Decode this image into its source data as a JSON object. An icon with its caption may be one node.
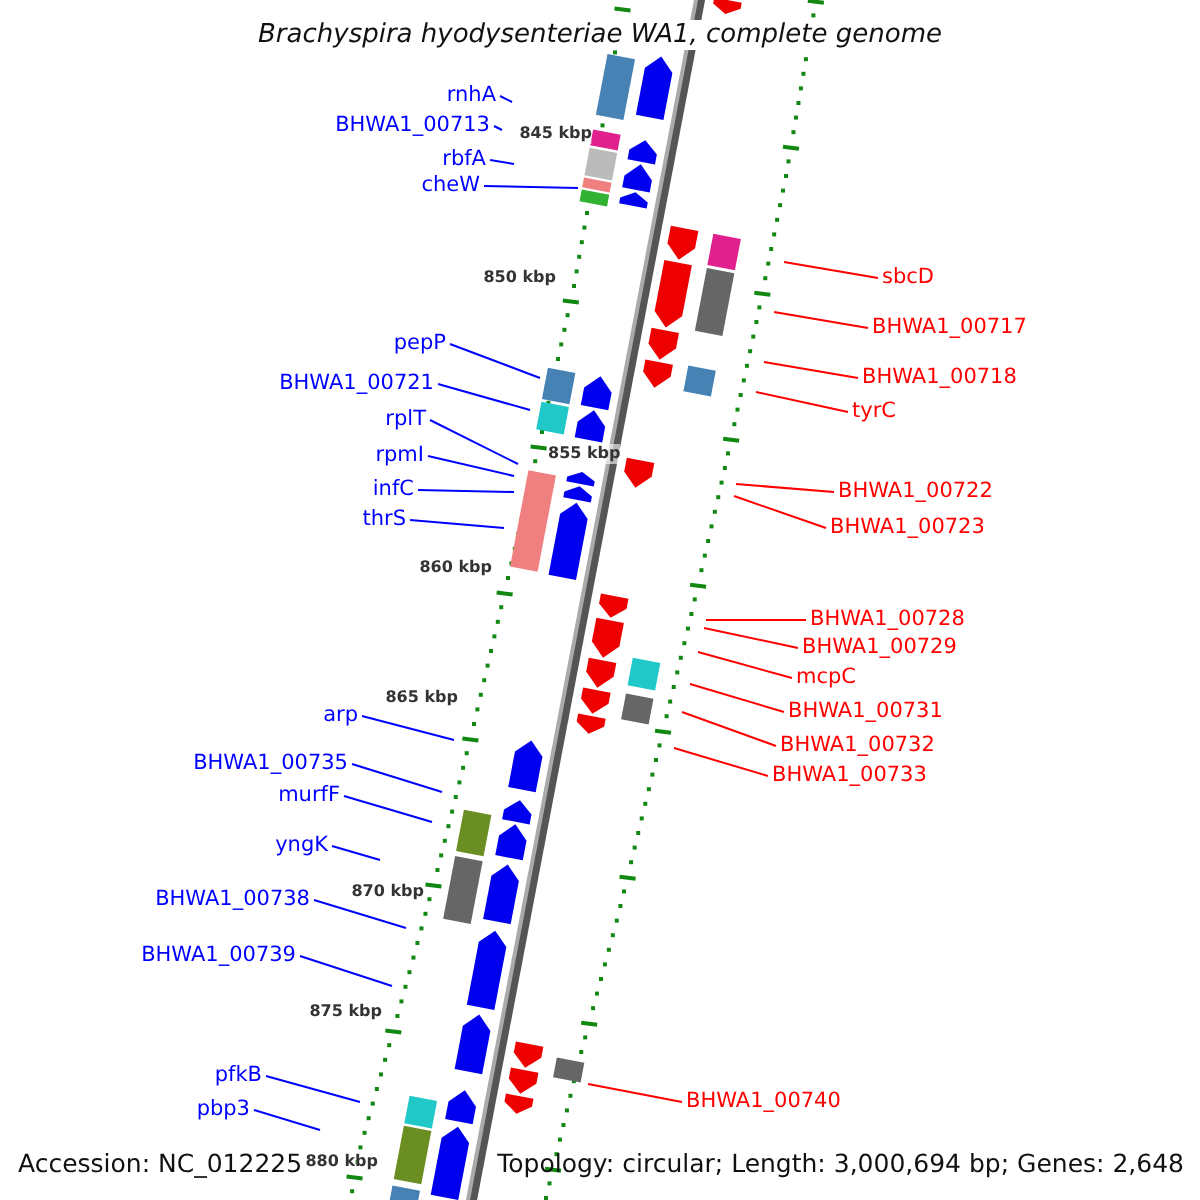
{
  "diagram": {
    "title": "Brachyspira hyodysenteriae WA1, complete genome",
    "nodes": [
      {
        "text": [
          "rnhA"
        ]
      },
      {
        "text": [
          "BHWA1_00713"
        ]
      },
      {
        "text": [
          "rbfA"
        ]
      },
      {
        "text": [
          "cheW"
        ]
      },
      {
        "text": [
          "pepP"
        ]
      },
      {
        "text": [
          "BHWA1_00721"
        ]
      },
      {
        "text": [
          "rplT"
        ]
      },
      {
        "text": [
          "rpmI"
        ]
      },
      {
        "text": [
          "infC"
        ]
      },
      {
        "text": [
          "thrS"
        ]
      },
      {
        "text": [
          "arp"
        ]
      },
      {
        "text": [
          "BHWA1_00735"
        ]
      },
      {
        "text": [
          "murfF"
        ]
      },
      {
        "text": [
          "yngK"
        ]
      },
      {
        "text": [
          "BHWA1_00738"
        ]
      },
      {
        "text": [
          "BHWA1_00739"
        ]
      },
      {
        "text": [
          "pfkB"
        ]
      },
      {
        "text": [
          "pbp3"
        ]
      },
      {
        "text": [
          "sbcD"
        ]
      },
      {
        "text": [
          "BHWA1_00717"
        ]
      },
      {
        "text": [
          "BHWA1_00718"
        ]
      },
      {
        "text": [
          "tyrC"
        ]
      },
      {
        "text": [
          "BHWA1_00722"
        ]
      },
      {
        "text": [
          "BHWA1_00723"
        ]
      },
      {
        "text": [
          "BHWA1_00728"
        ]
      },
      {
        "text": [
          "BHWA1_00729"
        ]
      },
      {
        "text": [
          "mcpC"
        ]
      },
      {
        "text": [
          "BHWA1_00731"
        ]
      },
      {
        "text": [
          "BHWA1_00732"
        ]
      },
      {
        "text": [
          "BHWA1_00733"
        ]
      },
      {
        "text": [
          "BHWA1_00740"
        ]
      }
    ],
    "edges": [
      {
        "from": 0,
        "to": null,
        "arrow": "none"
      },
      {
        "from": 1,
        "to": null,
        "arrow": "none"
      },
      {
        "from": 2,
        "to": null,
        "arrow": "none"
      },
      {
        "from": 3,
        "to": null,
        "arrow": "none"
      },
      {
        "from": 4,
        "to": null,
        "arrow": "none"
      },
      {
        "from": 5,
        "to": null,
        "arrow": "none"
      },
      {
        "from": 6,
        "to": null,
        "arrow": "none"
      },
      {
        "from": 7,
        "to": null,
        "arrow": "none"
      },
      {
        "from": 8,
        "to": null,
        "arrow": "none"
      },
      {
        "from": 9,
        "to": null,
        "arrow": "none"
      },
      {
        "from": 10,
        "to": null,
        "arrow": "none"
      },
      {
        "from": 11,
        "to": null,
        "arrow": "none"
      },
      {
        "from": 12,
        "to": null,
        "arrow": "none"
      },
      {
        "from": 13,
        "to": null,
        "arrow": "none"
      },
      {
        "from": 14,
        "to": null,
        "arrow": "none"
      },
      {
        "from": 15,
        "to": null,
        "arrow": "none"
      },
      {
        "from": 16,
        "to": null,
        "arrow": "none"
      },
      {
        "from": 17,
        "to": null,
        "arrow": "none"
      },
      {
        "from": 18,
        "to": null,
        "arrow": "none",
        "color": "#ff0000"
      },
      {
        "from": 19,
        "to": null,
        "arrow": "none",
        "color": "#ff0000"
      },
      {
        "from": 20,
        "to": null,
        "arrow": "none",
        "color": "#ff0000"
      },
      {
        "from": 21,
        "to": null,
        "arrow": "none",
        "color": "#ff0000"
      },
      {
        "from": 22,
        "to": null,
        "arrow": "none",
        "color": "#ff0000"
      },
      {
        "from": 23,
        "to": null,
        "arrow": "none",
        "color": "#ff0000"
      },
      {
        "from": 24,
        "to": null,
        "arrow": "none",
        "color": "#ff0000"
      },
      {
        "from": 25,
        "to": null,
        "arrow": "none",
        "color": "#ff0000"
      },
      {
        "from": 26,
        "to": null,
        "arrow": "none",
        "color": "#ff0000"
      },
      {
        "from": 27,
        "to": null,
        "arrow": "none",
        "color": "#ff0000"
      },
      {
        "from": 28,
        "to": null,
        "arrow": "none",
        "color": "#ff0000"
      },
      {
        "from": 29,
        "to": null,
        "arrow": "none",
        "color": "#ff0000"
      },
      {
        "from": 30,
        "to": null,
        "arrow": "none",
        "color": "#ff0000"
      }
    ],
    "labels": [
      "845 kbp",
      "850 kbp",
      "855 kbp",
      "860 kbp",
      "865 kbp",
      "870 kbp",
      "875 kbp",
      "880 kbp",
      "Accession: NC_012225",
      "Topology: circular; Length: 3,000,694 bp; Genes: 2,648"
    ]
  }
}
